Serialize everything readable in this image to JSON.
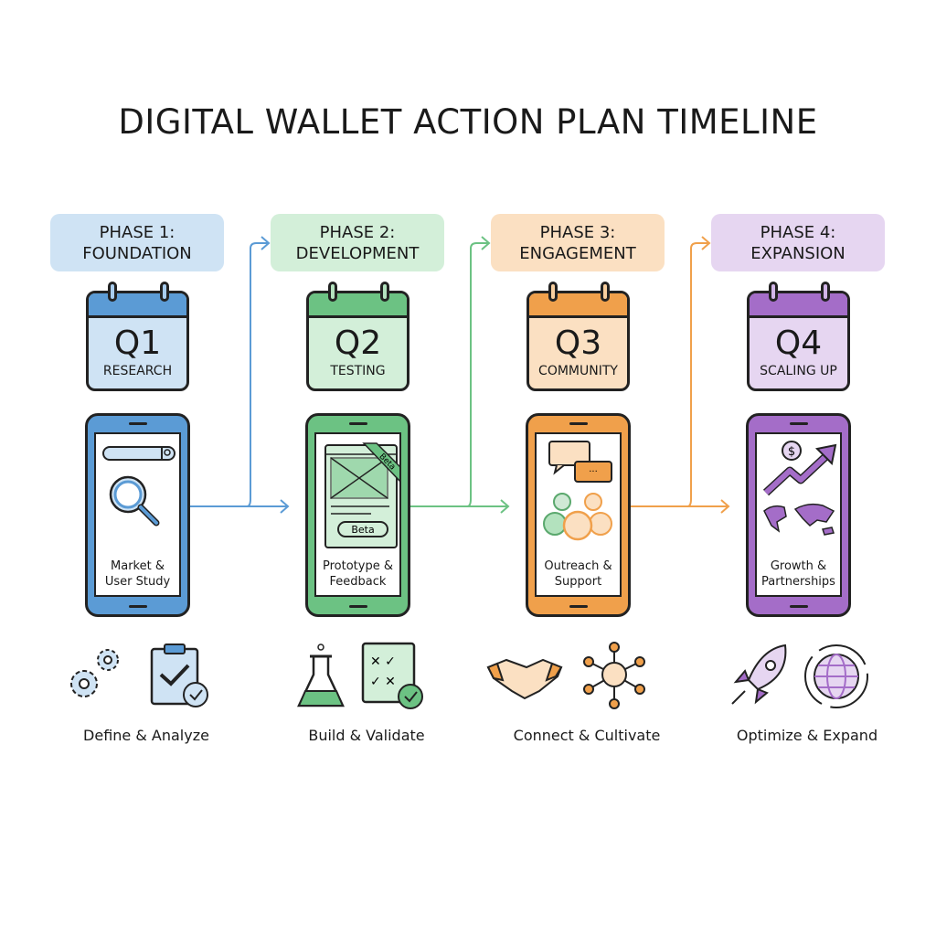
{
  "title": "DIGITAL WALLET ACTION PLAN TIMELINE",
  "phases": [
    {
      "line1": "PHASE 1:",
      "line2": "FOUNDATION",
      "quarter": "Q1",
      "quarter_label": "RESEARCH",
      "screen_caption_1": "Market &",
      "screen_caption_2": "User Study",
      "bottom_label": "Define & Analyze",
      "screen_icon": "search-magnifier-icon",
      "bottom_icons": [
        "gears-icon",
        "clipboard-check-icon"
      ],
      "color": "#5b9bd5",
      "light": "#cfe3f4",
      "mid": "#a9cdee"
    },
    {
      "line1": "PHASE 2:",
      "line2": "DEVELOPMENT",
      "quarter": "Q2",
      "quarter_label": "TESTING",
      "screen_caption_1": "Prototype &",
      "screen_caption_2": "Feedback",
      "bottom_label": "Build & Validate",
      "screen_icon": "beta-prototype-icon",
      "beta_badge": "Beta",
      "beta_button": "Beta",
      "bottom_icons": [
        "flask-icon",
        "checklist-icon"
      ],
      "color": "#6cc283",
      "light": "#d3efd9",
      "mid": "#b3e2be"
    },
    {
      "line1": "PHASE 3:",
      "line2": "ENGAGEMENT",
      "quarter": "Q3",
      "quarter_label": "COMMUNITY",
      "screen_caption_1": "Outreach &",
      "screen_caption_2": "Support",
      "bottom_label": "Connect & Cultivate",
      "screen_icon": "chat-community-icon",
      "bottom_icons": [
        "handshake-icon",
        "network-icon"
      ],
      "color": "#f0a04b",
      "light": "#fbe0c2",
      "mid": "#f8cf9f"
    },
    {
      "line1": "PHASE 4:",
      "line2": "EXPANSION",
      "quarter": "Q4",
      "quarter_label": "SCALING UP",
      "screen_caption_1": "Growth &",
      "screen_caption_2": "Partnerships",
      "bottom_label": "Optimize & Expand",
      "screen_icon": "growth-world-icon",
      "bottom_icons": [
        "rocket-icon",
        "globe-cycle-icon"
      ],
      "color": "#a46dc8",
      "light": "#e6d6f1",
      "mid": "#d2b6e8"
    }
  ]
}
